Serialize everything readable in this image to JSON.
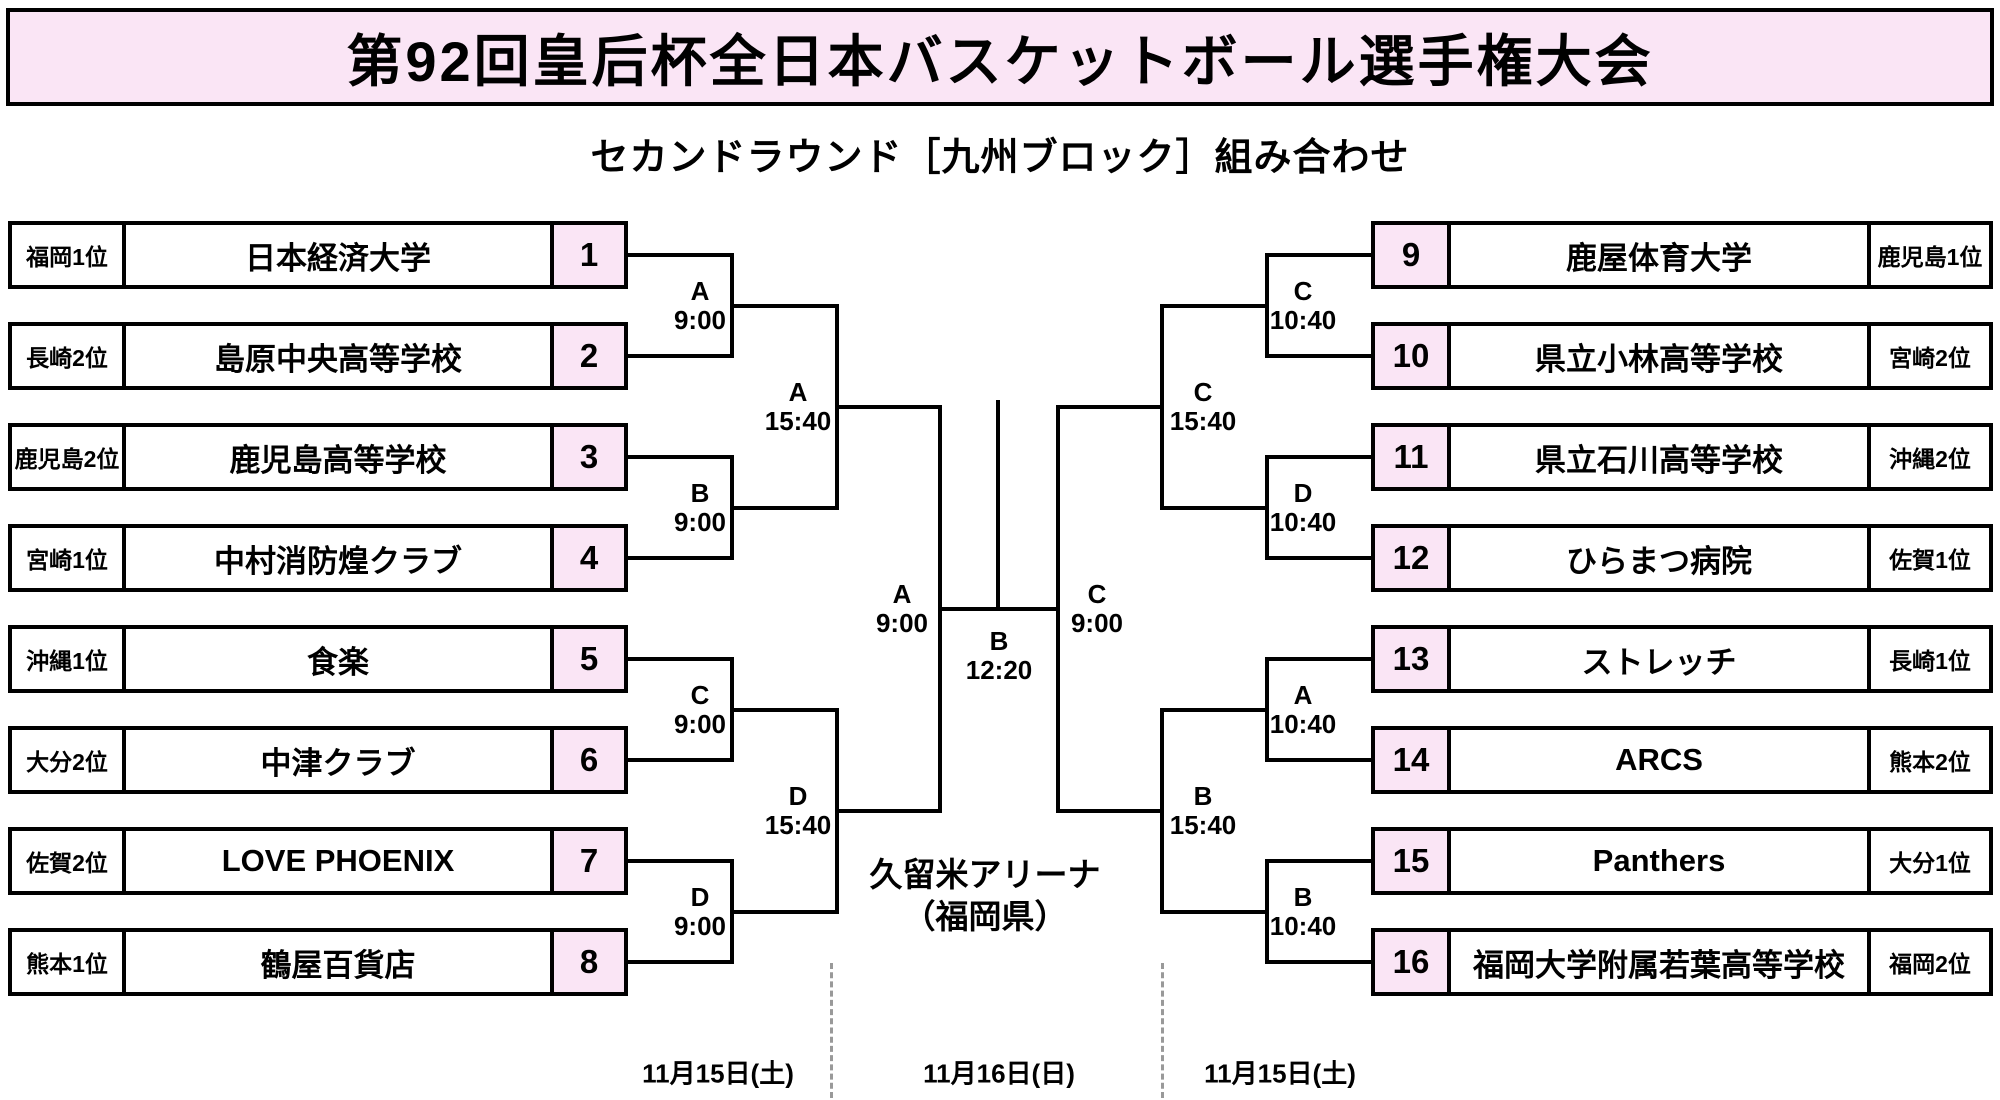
{
  "title": "第92回皇后杯全日本バスケットボール選手権大会",
  "subtitle": "セカンドラウンド［九州ブロック］組み合わせ",
  "colors": {
    "accent_pink": "#fae5f5",
    "line_black": "#000000"
  },
  "teams_left": [
    {
      "seed": "福岡1位",
      "name": "日本経済大学",
      "no": "1"
    },
    {
      "seed": "長崎2位",
      "name": "島原中央高等学校",
      "no": "2"
    },
    {
      "seed": "鹿児島2位",
      "name": "鹿児島高等学校",
      "no": "3"
    },
    {
      "seed": "宮崎1位",
      "name": "中村消防煌クラブ",
      "no": "4"
    },
    {
      "seed": "沖縄1位",
      "name": "食楽",
      "no": "5"
    },
    {
      "seed": "大分2位",
      "name": "中津クラブ",
      "no": "6"
    },
    {
      "seed": "佐賀2位",
      "name": "LOVE PHOENIX",
      "no": "7"
    },
    {
      "seed": "熊本1位",
      "name": "鶴屋百貨店",
      "no": "8"
    }
  ],
  "teams_right": [
    {
      "no": "9",
      "name": "鹿屋体育大学",
      "seed": "鹿児島1位"
    },
    {
      "no": "10",
      "name": "県立小林高等学校",
      "seed": "宮崎2位"
    },
    {
      "no": "11",
      "name": "県立石川高等学校",
      "seed": "沖縄2位"
    },
    {
      "no": "12",
      "name": "ひらまつ病院",
      "seed": "佐賀1位"
    },
    {
      "no": "13",
      "name": "ストレッチ",
      "seed": "長崎1位"
    },
    {
      "no": "14",
      "name": "ARCS",
      "seed": "熊本2位"
    },
    {
      "no": "15",
      "name": "Panthers",
      "seed": "大分1位"
    },
    {
      "no": "16",
      "name": "福岡大学附属若葉高等学校",
      "seed": "福岡2位"
    }
  ],
  "games": {
    "lq1": {
      "court": "A",
      "time": "9:00"
    },
    "lq2": {
      "court": "B",
      "time": "9:00"
    },
    "lq3": {
      "court": "C",
      "time": "9:00"
    },
    "lq4": {
      "court": "D",
      "time": "9:00"
    },
    "ls1": {
      "court": "A",
      "time": "15:40"
    },
    "ls2": {
      "court": "D",
      "time": "15:40"
    },
    "lf": {
      "court": "A",
      "time": "9:00"
    },
    "championship": {
      "court": "B",
      "time": "12:20"
    },
    "rf": {
      "court": "C",
      "time": "9:00"
    },
    "rs1": {
      "court": "C",
      "time": "15:40"
    },
    "rs2": {
      "court": "B",
      "time": "15:40"
    },
    "rq1": {
      "court": "C",
      "time": "10:40"
    },
    "rq2": {
      "court": "D",
      "time": "10:40"
    },
    "rq3": {
      "court": "A",
      "time": "10:40"
    },
    "rq4": {
      "court": "B",
      "time": "10:40"
    }
  },
  "venue": {
    "line1": "久留米アリーナ",
    "line2": "（福岡県）"
  },
  "dates": {
    "left": "11月15日(土)",
    "center": "11月16日(日)",
    "right": "11月15日(土)"
  }
}
